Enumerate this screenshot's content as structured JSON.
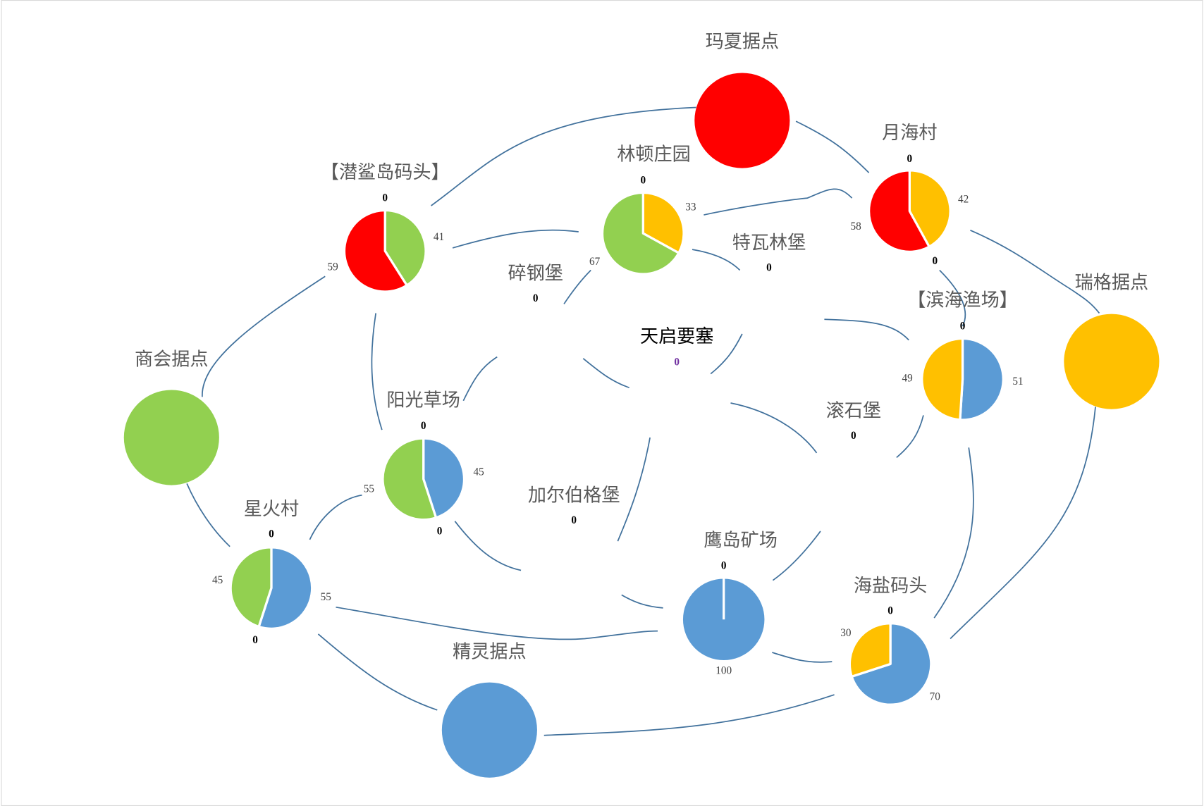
{
  "colors": {
    "red": "#FF0000",
    "green": "#92D050",
    "yellow": "#FFC000",
    "blue": "#5B9BD5",
    "edge": "#41719C"
  },
  "nodes": [
    {
      "name": "玛夏据点",
      "type": "circle",
      "color": "#FF0000"
    },
    {
      "name": "月海村",
      "type": "pie",
      "slices": [
        {
          "value": 42,
          "color": "#FFC000"
        },
        {
          "value": 58,
          "color": "#FF0000"
        }
      ],
      "labels": [
        "0",
        "42",
        "58",
        "0"
      ]
    },
    {
      "name": "林顿庄园",
      "type": "pie",
      "slices": [
        {
          "value": 33,
          "color": "#FFC000"
        },
        {
          "value": 67,
          "color": "#92D050"
        }
      ],
      "labels": [
        "0",
        "33",
        "67"
      ]
    },
    {
      "name": "【潜鲨岛码头】",
      "type": "pie",
      "slices": [
        {
          "value": 41,
          "color": "#92D050"
        },
        {
          "value": 59,
          "color": "#FF0000"
        }
      ],
      "labels": [
        "0",
        "41",
        "59"
      ]
    },
    {
      "name": "特瓦林堡",
      "type": "text",
      "value": "0"
    },
    {
      "name": "碎钢堡",
      "type": "text",
      "value": "0"
    },
    {
      "name": "天启要塞",
      "type": "text",
      "value": "0"
    },
    {
      "name": "【滨海渔场】",
      "type": "pie",
      "slices": [
        {
          "value": 51,
          "color": "#5B9BD5"
        },
        {
          "value": 49,
          "color": "#FFC000"
        }
      ],
      "labels": [
        "0",
        "51",
        "49"
      ]
    },
    {
      "name": "瑞格据点",
      "type": "circle",
      "color": "#FFC000"
    },
    {
      "name": "商会据点",
      "type": "circle",
      "color": "#92D050"
    },
    {
      "name": "阳光草场",
      "type": "pie",
      "slices": [
        {
          "value": 45,
          "color": "#5B9BD5"
        },
        {
          "value": 55,
          "color": "#92D050"
        }
      ],
      "labels": [
        "0",
        "45",
        "55",
        "0"
      ]
    },
    {
      "name": "滚石堡",
      "type": "text",
      "value": "0"
    },
    {
      "name": "加尔伯格堡",
      "type": "text",
      "value": "0"
    },
    {
      "name": "星火村",
      "type": "pie",
      "slices": [
        {
          "value": 55,
          "color": "#5B9BD5"
        },
        {
          "value": 45,
          "color": "#92D050"
        }
      ],
      "labels": [
        "0",
        "55",
        "45",
        "0"
      ]
    },
    {
      "name": "鹰岛矿场",
      "type": "pie",
      "slices": [
        {
          "value": 100,
          "color": "#5B9BD5"
        }
      ],
      "labels": [
        "0",
        "100"
      ]
    },
    {
      "name": "海盐码头",
      "type": "pie",
      "slices": [
        {
          "value": 70,
          "color": "#5B9BD5"
        },
        {
          "value": 30,
          "color": "#FFC000"
        }
      ],
      "labels": [
        "0",
        "70",
        "30"
      ]
    },
    {
      "name": "精灵据点",
      "type": "circle",
      "color": "#5B9BD5"
    }
  ]
}
